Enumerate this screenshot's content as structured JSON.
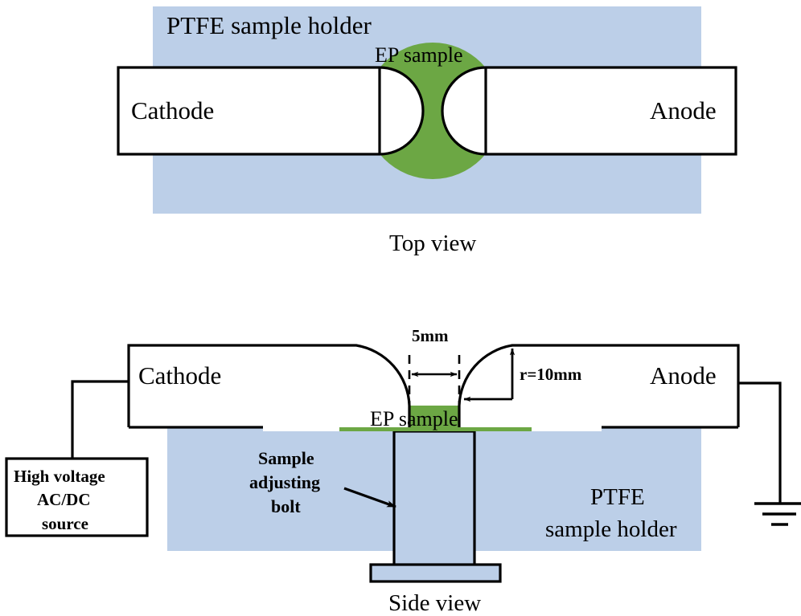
{
  "figure": {
    "title": "Experimental electrode and sample holder arrangement",
    "colors": {
      "ptfe_blue": "#bccfe8",
      "sample_green": "#6ca744",
      "outline_black": "#000000",
      "electrode_white": "#ffffff",
      "page_background": "#ffffff"
    }
  },
  "top_view": {
    "view_label": "Top view",
    "holder_label": "PTFE sample holder",
    "sample_label": "EP sample",
    "cathode_label": "Cathode",
    "anode_label": "Anode"
  },
  "side_view": {
    "view_label": "Side view",
    "cathode_label": "Cathode",
    "anode_label": "Anode",
    "sample_label": "EP sample",
    "holder_label_line1": "PTFE",
    "holder_label_line2": "sample holder",
    "bolt_label_line1": "Sample",
    "bolt_label_line2": "adjusting",
    "bolt_label_line3": "bolt",
    "source_label_line1": "High voltage",
    "source_label_line2": "AC/DC",
    "source_label_line3": "source",
    "gap_dimension": "5mm",
    "radius_dimension": "r=10mm"
  }
}
